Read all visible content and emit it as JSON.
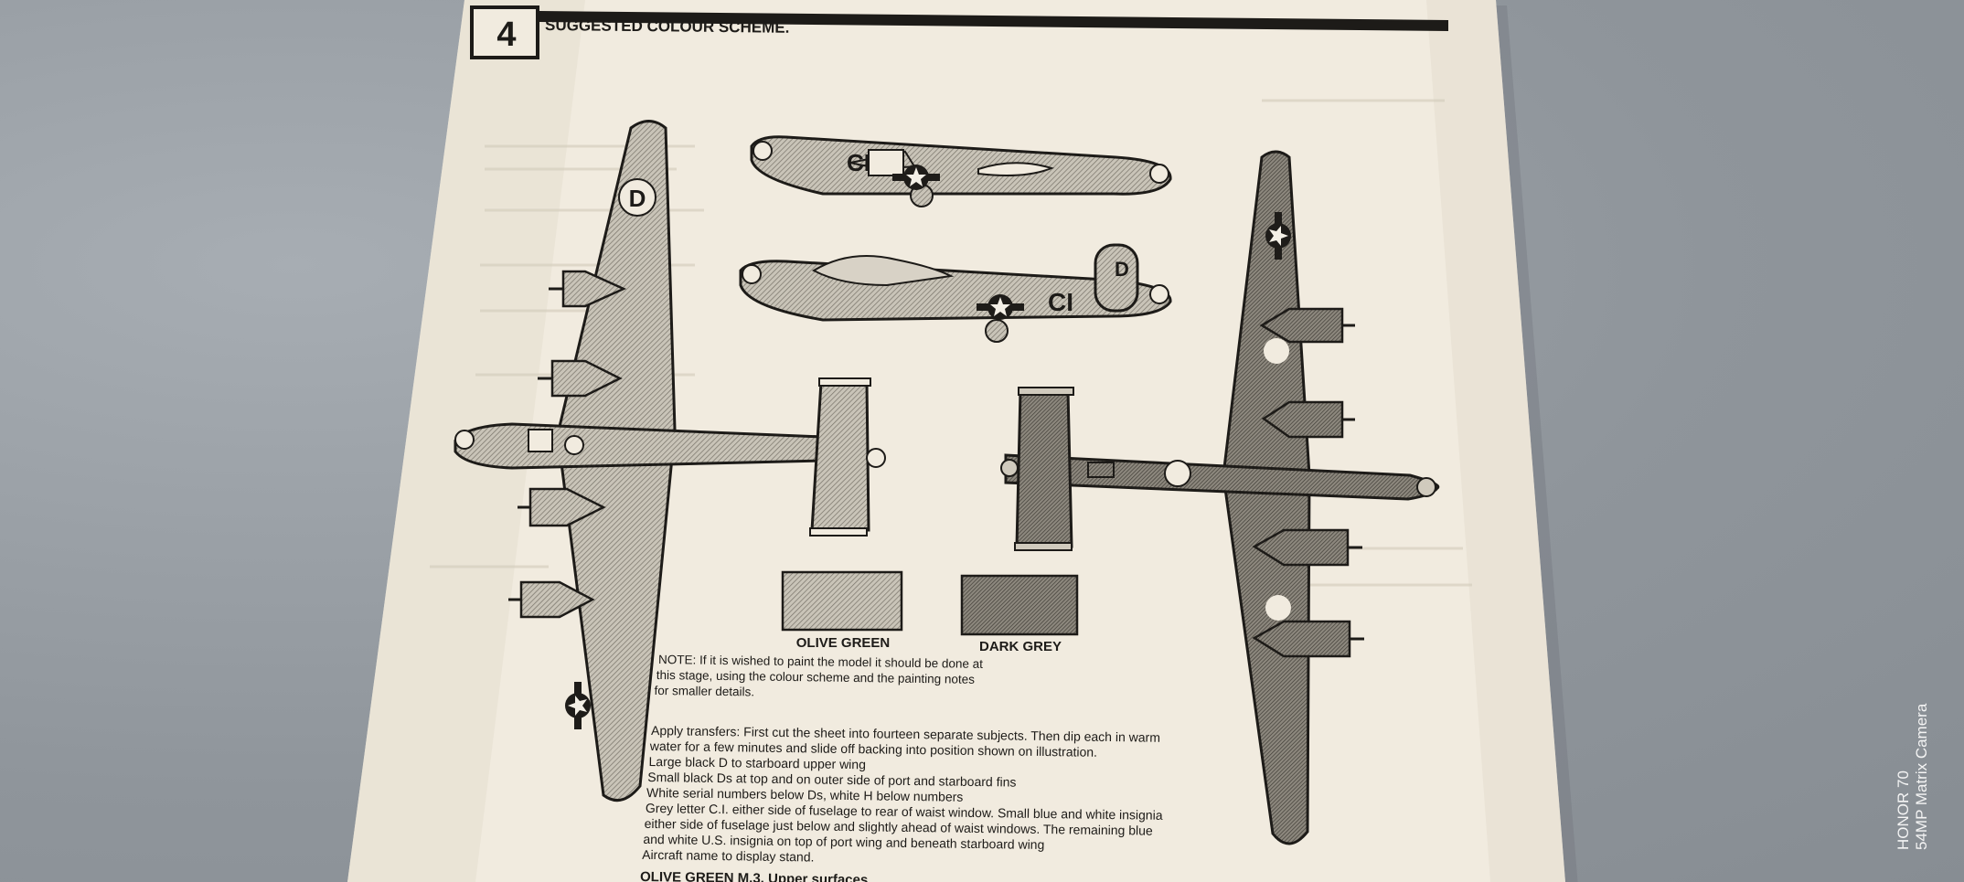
{
  "step": {
    "number": "4",
    "heading": "SUGGESTED COLOUR SCHEME."
  },
  "swatches": [
    {
      "label": "OLIVE GREEN",
      "color": "#9a9a95"
    },
    {
      "label": "DARK GREY",
      "color": "#6e6e6b"
    }
  ],
  "markings": {
    "wing_letter": "D",
    "fin_letter": "D",
    "fuselage_code": "CI"
  },
  "note_lines": [
    "NOTE: If it is wished to paint the model it should be done at",
    "this stage, using the colour scheme and the painting notes",
    "for smaller details."
  ],
  "transfer_lines": [
    "Apply transfers:  First cut the sheet into fourteen separate subjects.  Then dip each in warm",
    "water for a few minutes and slide off backing into position shown on illustration.",
    "Large black D to starboard upper wing",
    "Small black Ds at top and on outer side of port and starboard fins",
    "White serial numbers below Ds, white H below numbers",
    "Grey letter C.I. either side of fuselage to rear of waist window.  Small blue and white insignia",
    "either side of fuselage just below and slightly ahead of waist windows.  The remaining blue",
    "and white U.S. insignia on top of port wing and beneath starboard wing",
    "Aircraft name to display stand."
  ],
  "footer_line": "OLIVE GREEN   M.3.   Upper surfaces",
  "camera_watermark": {
    "line1": "HONOR 70",
    "line2": "54MP Matrix Camera"
  },
  "colors": {
    "paper": "#f1ebdf",
    "ink": "#1d1b18",
    "blanket": "#9aa0a6"
  }
}
